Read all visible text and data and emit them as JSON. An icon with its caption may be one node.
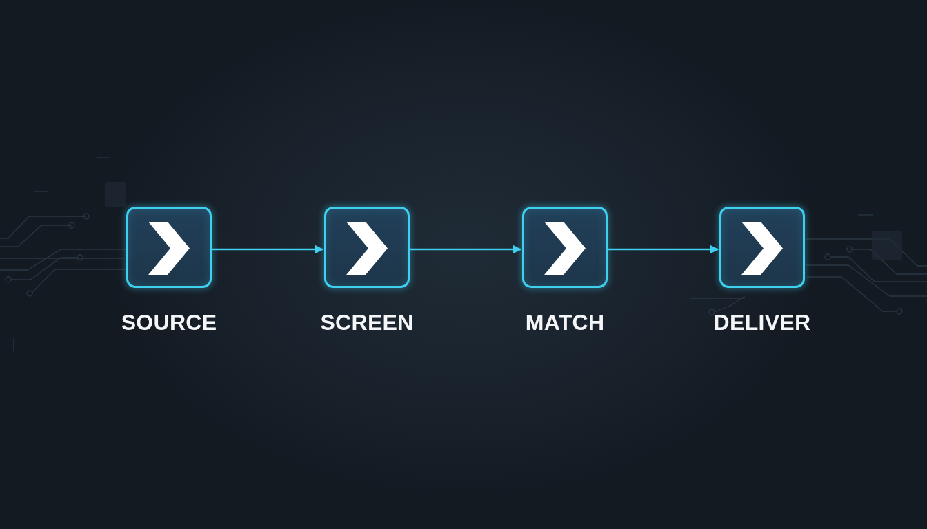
{
  "diagram": {
    "nodes": [
      {
        "text": [
          "SOURCE"
        ]
      },
      {
        "text": [
          "SCREEN"
        ]
      },
      {
        "text": [
          "MATCH"
        ]
      },
      {
        "text": [
          "DELIVER"
        ]
      }
    ],
    "edges": [
      {
        "from": 0,
        "to": 1,
        "arrow": "to"
      },
      {
        "from": 1,
        "to": 2,
        "arrow": "to"
      },
      {
        "from": 2,
        "to": 3,
        "arrow": "to"
      }
    ]
  }
}
